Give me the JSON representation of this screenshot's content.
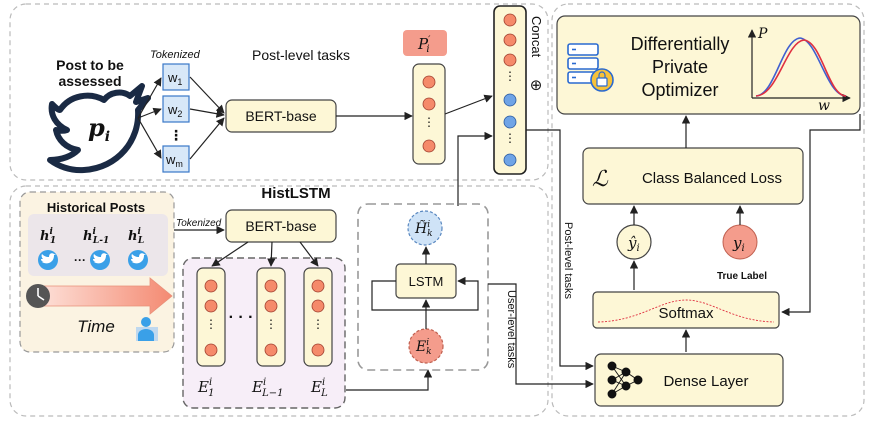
{
  "post": {
    "title_line1": "Post to be",
    "title_line2": "assessed",
    "symbol": "p",
    "symbol_sub": "i",
    "tokenized_label": "Tokenized",
    "tokens": [
      {
        "base": "w",
        "sub": "1"
      },
      {
        "base": "w",
        "sub": "2"
      },
      {
        "base": "w",
        "sub": "m"
      }
    ],
    "token_ellipsis": "⋮",
    "task_label": "Post-level tasks",
    "bert_label": "BERT-base",
    "p_prime_label": "P",
    "p_prime_sup": "′",
    "p_prime_sub": "i"
  },
  "concat": {
    "label": "Concat",
    "symbol": "⊕"
  },
  "optimizer": {
    "line1": "Differentially",
    "line2": "Private",
    "line3": "Optimizer",
    "axis_y": "P",
    "axis_x": "w"
  },
  "loss": {
    "symbol": "ℒ",
    "label": "Class Balanced Loss"
  },
  "pred": {
    "symbol": "ŷ",
    "sub": "i"
  },
  "truth": {
    "symbol": "y",
    "sub": "i",
    "caption": "True Label"
  },
  "softmax": {
    "label": "Softmax"
  },
  "dense": {
    "label": "Dense Layer"
  },
  "side_labels": {
    "post_level": "Post-level tasks",
    "user_level": "User-level tasks"
  },
  "hist": {
    "section_title": "HistLSTM",
    "panel_title": "Historical Posts",
    "posts": [
      {
        "base": "h",
        "sup": "i",
        "sub": "1"
      },
      {
        "base": "h",
        "sup": "i",
        "sub": "L-1"
      },
      {
        "base": "h",
        "sup": "i",
        "sub": "L"
      }
    ],
    "ellipsis": "···",
    "time_label": "Time",
    "tokenized_label": "Tokenized",
    "bert_label": "BERT-base",
    "embed_ellipsis": "· · ·",
    "embeddings": [
      {
        "base": "E",
        "sup": "i",
        "sub": "1"
      },
      {
        "base": "E",
        "sup": "i",
        "sub": "L−1"
      },
      {
        "base": "E",
        "sup": "i",
        "sub": "L"
      }
    ],
    "lstm_label": "LSTM",
    "h_tilde": {
      "base": "H̃",
      "sup": "i",
      "sub": "k"
    },
    "e_k": {
      "base": "E",
      "sup": "i",
      "sub": "k"
    }
  },
  "colors": {
    "box_yellow": "#fdf7d6",
    "token_blue": "#d8e8f8",
    "node_orange": "#f58a6a",
    "node_blue": "#6fa4e6",
    "panel_pink": "#f7eef8",
    "hist_panel": "#fbf3e2",
    "arrow_salmon": "#f5a08a",
    "twitter_blue": "#3aa0e8",
    "curve_red": "#e03040",
    "curve_blue": "#4060d0",
    "p_prime_fill": "#f49c8c"
  }
}
